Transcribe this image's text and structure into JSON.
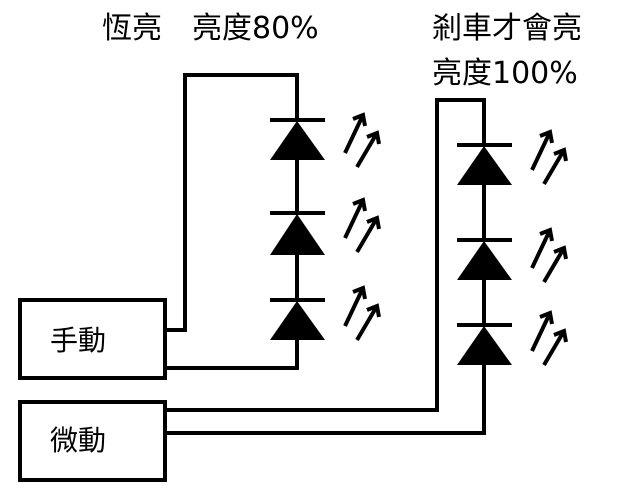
{
  "labels": {
    "left_title": "恆亮　亮度80%",
    "right_title_line1": "剎車才會亮",
    "right_title_line2": "亮度100%"
  },
  "switches": {
    "manual": "手動",
    "micro": "微動"
  },
  "colors": {
    "line": "#000000",
    "background": "#ffffff"
  },
  "icons": {
    "led": "led-diode-icon",
    "light_emission": "light-emission-arrows-icon"
  }
}
